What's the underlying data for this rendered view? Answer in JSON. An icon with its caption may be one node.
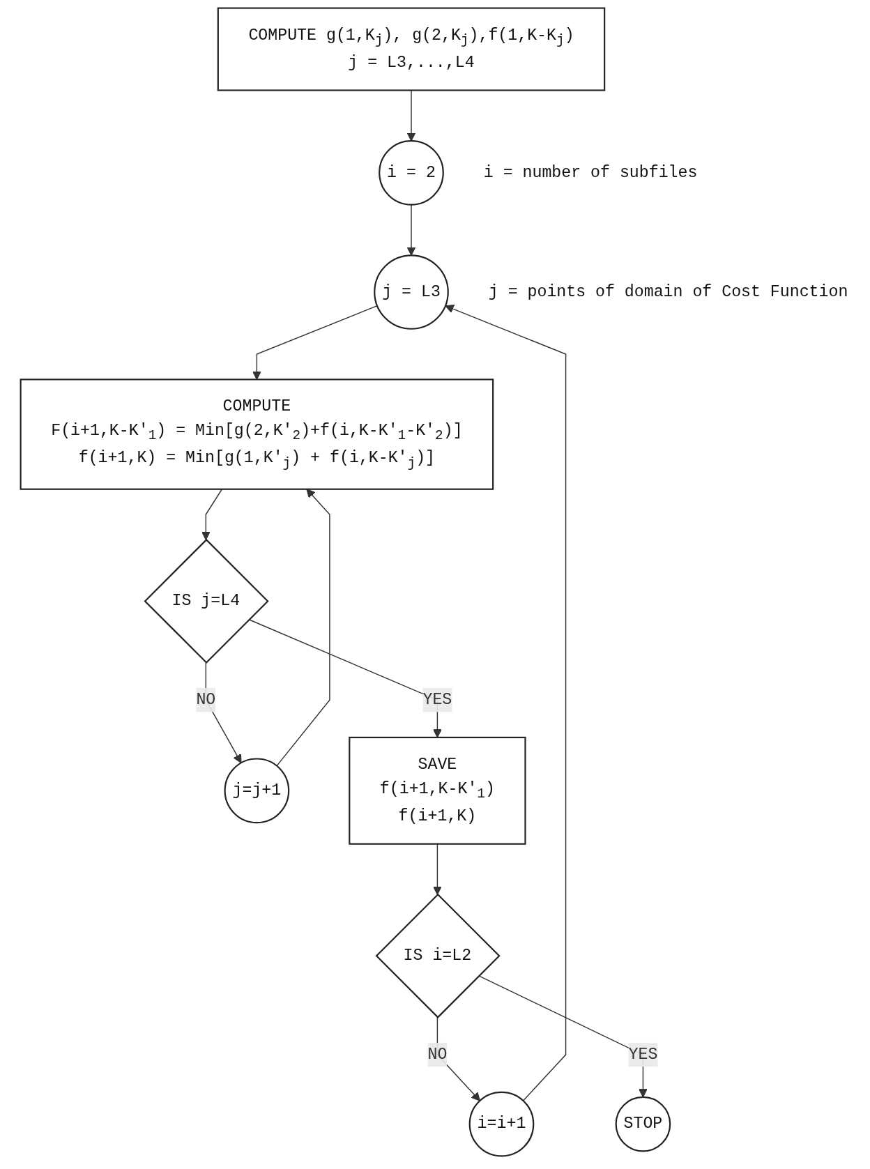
{
  "diagram": {
    "nodes": [
      {
        "text": [
          "COMPUTE g(1,K$_{j}$), g(2,K$_{j}$),f(1,K-K$_{j}$)",
          "j = L3,...,L4"
        ]
      },
      {
        "text": [
          "i = 2"
        ],
        "beside": [
          "i = number of subfiles"
        ]
      },
      {
        "text": [
          "j = L3"
        ],
        "beside": [
          "j = points of domain of Cost Function"
        ]
      },
      {
        "text": [
          "COMPUTE",
          "F(i+1,K-K'$_{1}$) = Min[g(2,K'$_{2}$)+f(i,K-K'$_{1}$-K'$_{2}$)]",
          "f(i+1,K) = Min[g(1,K'$_{j}$) + f(i,K-K'$_{j}$)]"
        ]
      },
      {
        "text": [
          "IS j=L4"
        ]
      },
      {
        "text": [
          "j=j+1"
        ]
      },
      {
        "text": [
          "SAVE",
          "f(i+1,K-K'$_{1}$)",
          "f(i+1,K)"
        ]
      },
      {
        "text": [
          "IS i=L2"
        ]
      },
      {
        "text": [
          "i=i+1"
        ]
      },
      {
        "text": [
          "STOP"
        ]
      }
    ],
    "edges": [
      {
        "from": 0,
        "to": 1,
        "arrow": "to"
      },
      {
        "from": 1,
        "to": 2,
        "arrow": "to"
      },
      {
        "from": 2,
        "to": 3,
        "arrow": "to"
      },
      {
        "from": 3,
        "to": 4,
        "arrow": "to"
      },
      {
        "from": 4,
        "to": 5,
        "label": "NO",
        "arrow": "to"
      },
      {
        "from": 4,
        "to": 6,
        "label": "YES",
        "arrow": "to"
      },
      {
        "from": 5,
        "to": 3,
        "arrow": "to"
      },
      {
        "from": 6,
        "to": 7,
        "arrow": "to"
      },
      {
        "from": 7,
        "to": 8,
        "label": "NO",
        "arrow": "to"
      },
      {
        "from": 8,
        "to": 2,
        "arrow": "to"
      },
      {
        "from": 7,
        "to": 9,
        "label": "YES",
        "arrow": "to"
      }
    ]
  }
}
